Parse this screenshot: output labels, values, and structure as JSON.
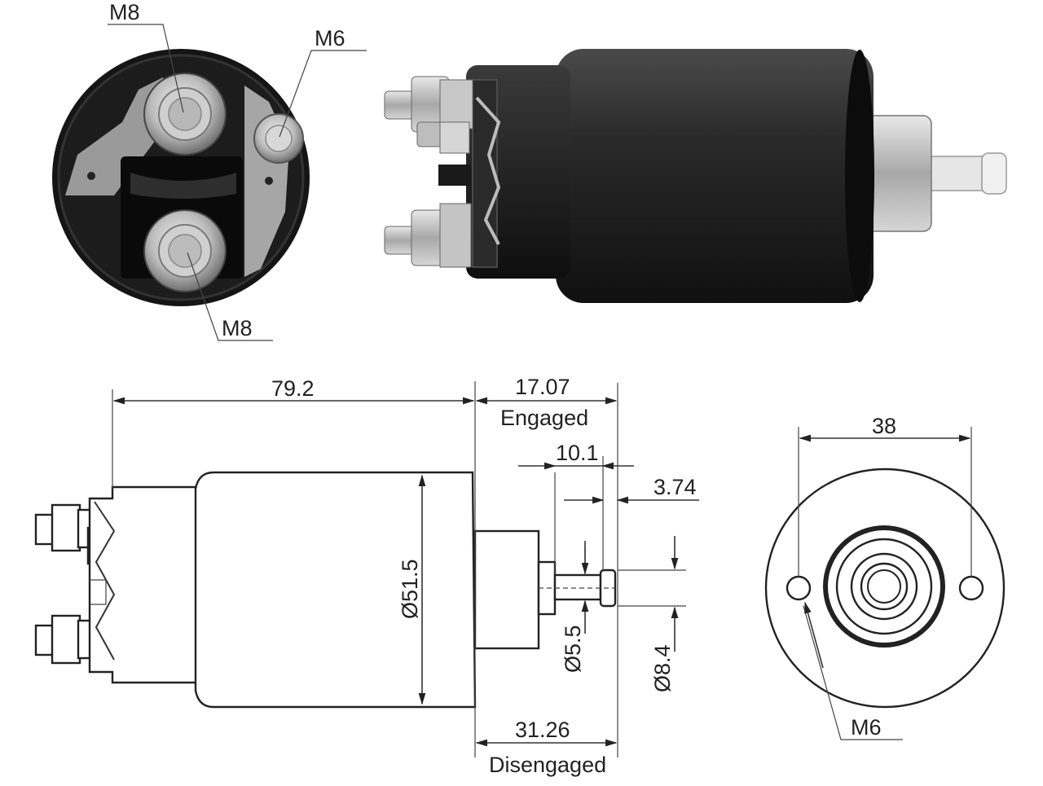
{
  "photo_labels": {
    "rear_top_terminal": "M8",
    "rear_small_terminal": "M6",
    "rear_bottom_terminal": "M8"
  },
  "side_view": {
    "overall_length": "79.2",
    "engaged_travel": "17.07",
    "engaged_label": "Engaged",
    "plunger_dim_a": "10.1",
    "plunger_dim_b": "3.74",
    "body_diameter": "Ø51.5",
    "shaft_diameter": "Ø5.5",
    "tip_diameter": "Ø8.4",
    "disengaged_travel": "31.26",
    "disengaged_label": "Disengaged"
  },
  "front_view": {
    "hole_spacing": "38",
    "hole_thread": "M6"
  }
}
